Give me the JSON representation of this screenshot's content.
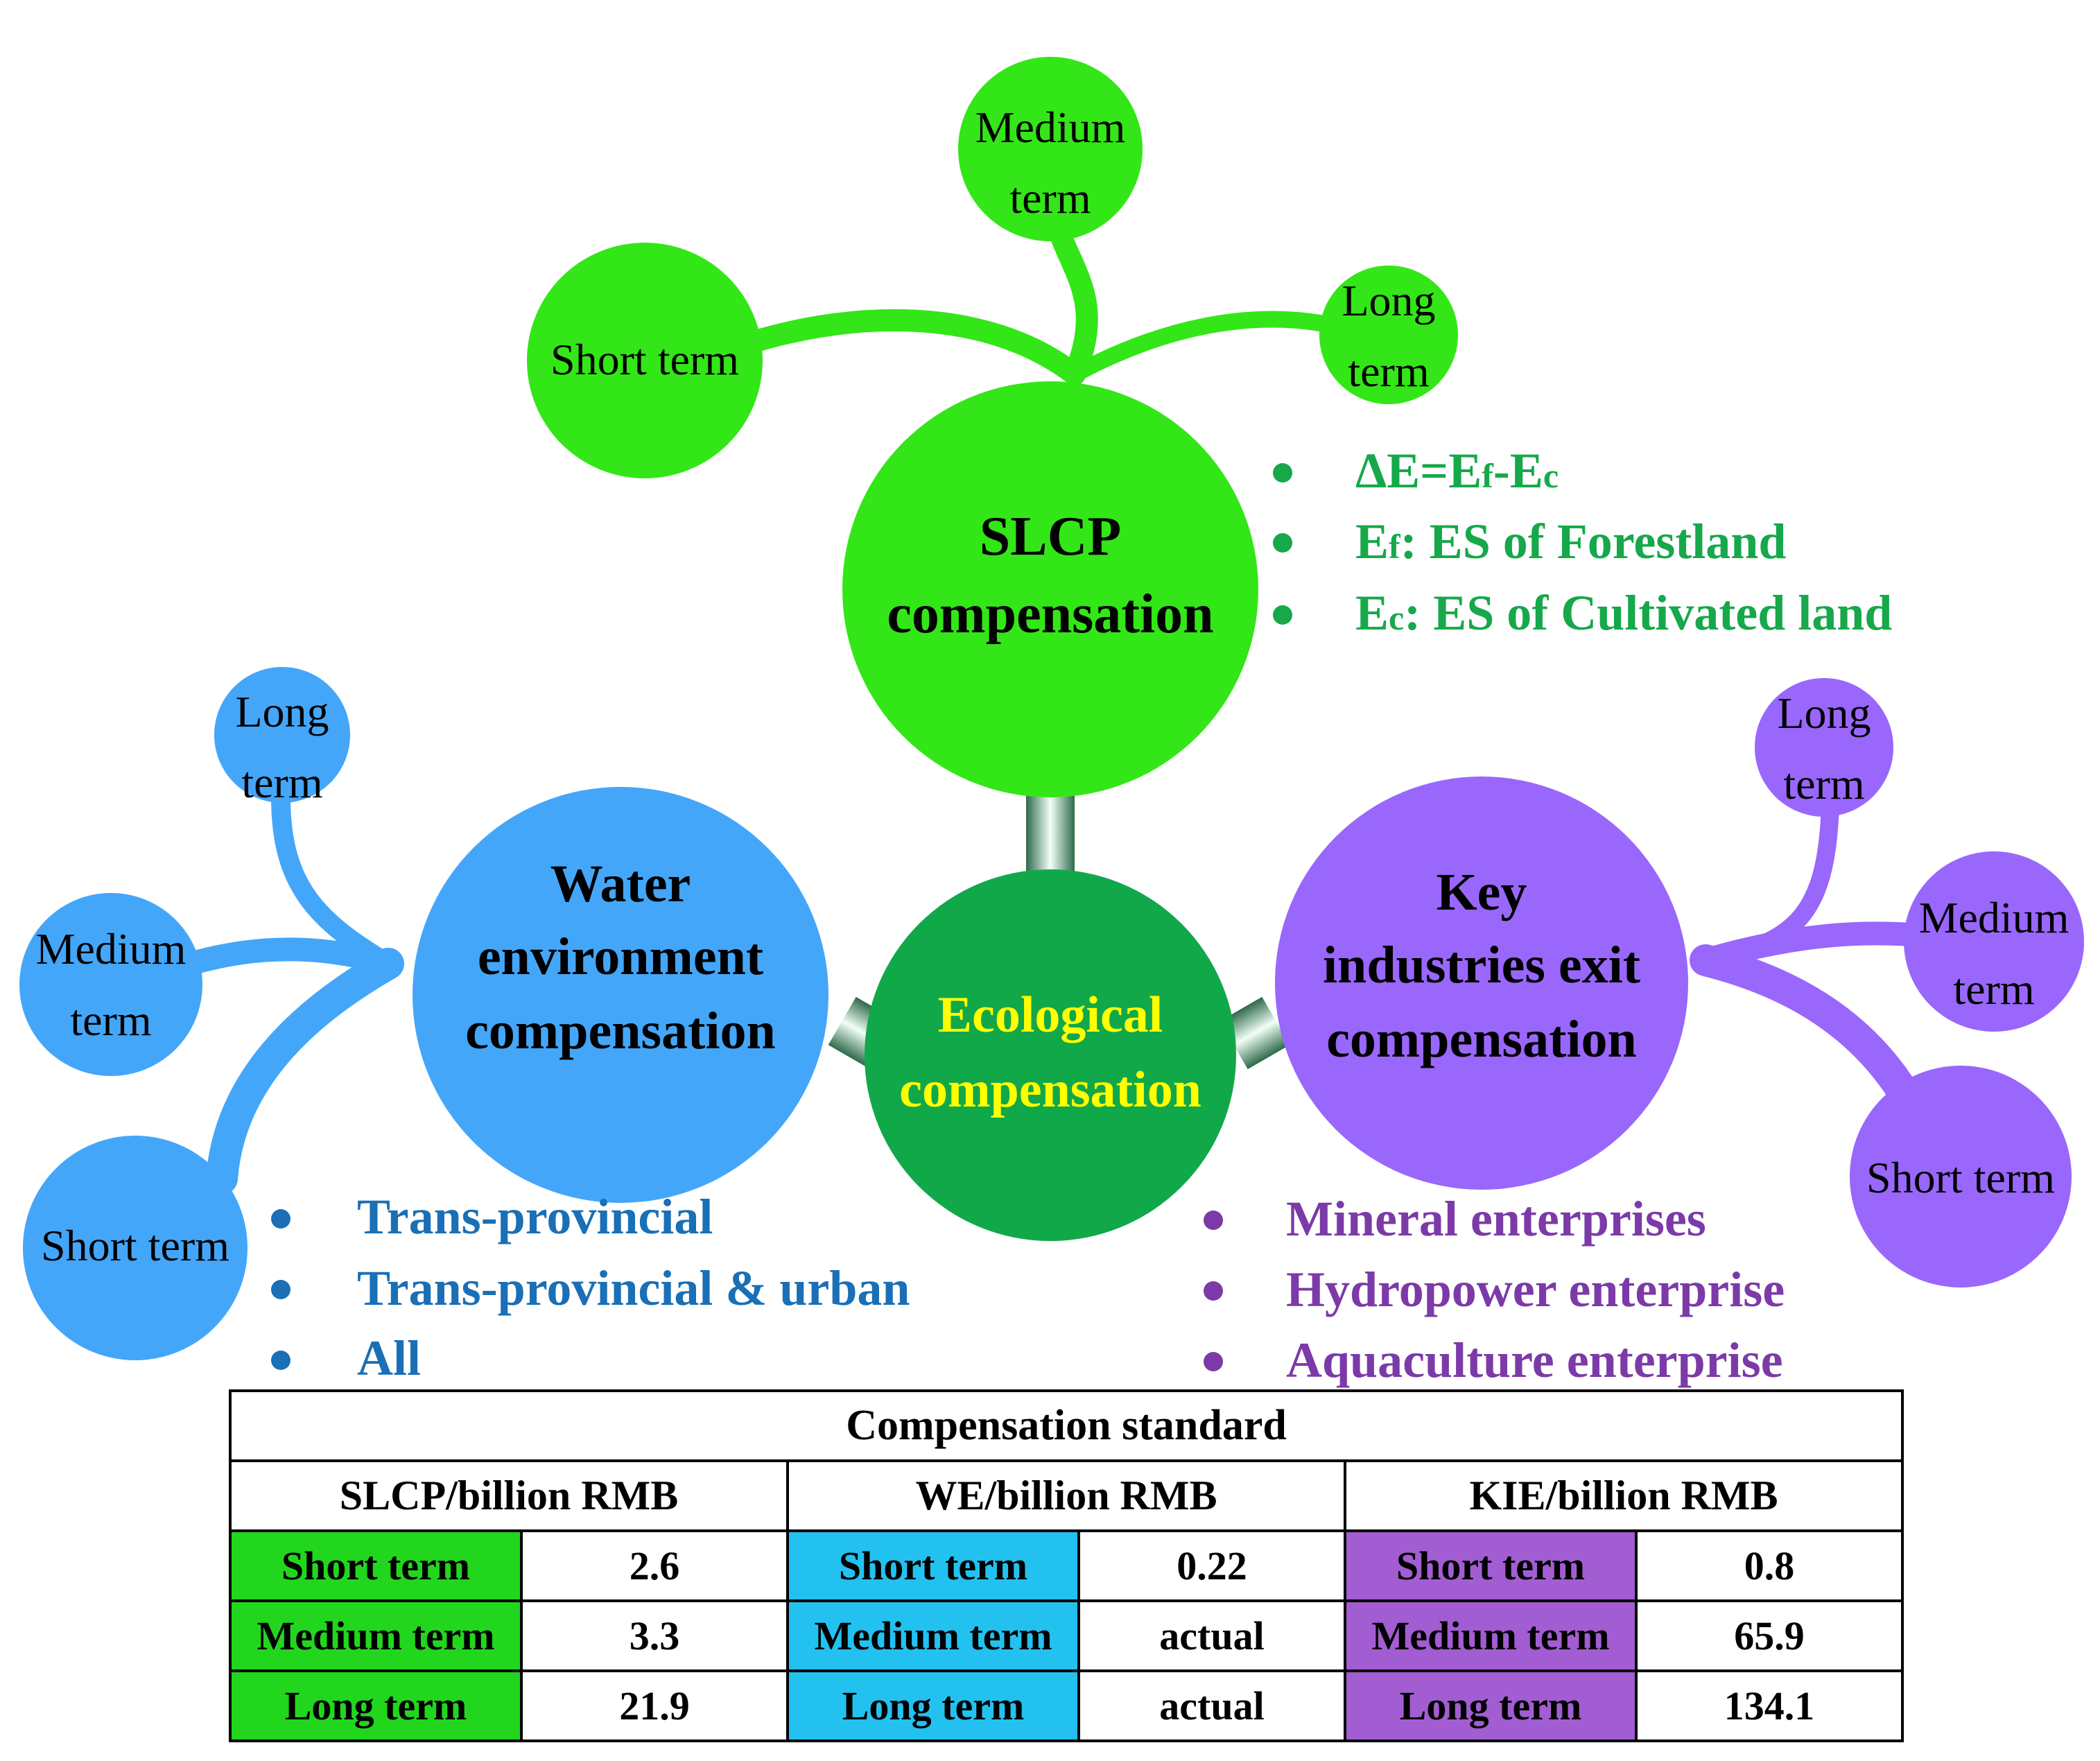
{
  "center": {
    "line1": "Ecological",
    "line2": "compensation"
  },
  "slcp": {
    "title_line1": "SLCP",
    "title_line2": "compensation",
    "branches": {
      "short": "Short term",
      "medium_1": "Medium",
      "medium_2": "term",
      "long_1": "Long",
      "long_2": "term"
    },
    "bullets": [
      {
        "main": "ΔE=E",
        "sub1": "f",
        "mid": "-E",
        "sub2": "c",
        "rest": ""
      },
      {
        "main": "E",
        "sub1": "f",
        "mid": ": ES of Forestland",
        "sub2": "",
        "rest": ""
      },
      {
        "main": "E",
        "sub1": "c",
        "mid": ": ES of Cultivated land",
        "sub2": "",
        "rest": ""
      }
    ]
  },
  "water": {
    "title_line1": "Water",
    "title_line2": "environment",
    "title_line3": "compensation",
    "branches": {
      "short": "Short term",
      "medium_1": "Medium",
      "medium_2": "term",
      "long_1": "Long",
      "long_2": "term"
    },
    "bullets": [
      "Trans-provincial",
      "Trans-provincial & urban",
      "All"
    ]
  },
  "kie": {
    "title_line1": "Key",
    "title_line2": "industries exit",
    "title_line3": "compensation",
    "branches": {
      "short": "Short term",
      "medium_1": "Medium",
      "medium_2": "term",
      "long_1": "Long",
      "long_2": "term"
    },
    "bullets": [
      "Mineral enterprises",
      "Hydropower enterprise",
      "Aquaculture enterprise"
    ]
  },
  "colors": {
    "slcp": "#33e617",
    "slcp_text": "#16a84a",
    "water": "#44a6f9",
    "water_text": "#1a6fb6",
    "kie": "#9967fb",
    "kie_text": "#7c3aa8",
    "center": "#11a84a",
    "center_text": "#ffff00"
  },
  "table": {
    "title": "Compensation standard",
    "headers": [
      "SLCP/billion RMB",
      "WE/billion RMB",
      "KIE/billion RMB"
    ],
    "rows": [
      {
        "slcp_label": "Short term",
        "slcp_value": "2.6",
        "we_label": "Short term",
        "we_value": "0.22",
        "kie_label": "Short term",
        "kie_value": "0.8"
      },
      {
        "slcp_label": "Medium term",
        "slcp_value": "3.3",
        "we_label": "Medium term",
        "we_value": "actual",
        "kie_label": "Medium term",
        "kie_value": "65.9"
      },
      {
        "slcp_label": "Long term",
        "slcp_value": "21.9",
        "we_label": "Long term",
        "we_value": "actual",
        "kie_label": "Long term",
        "kie_value": "134.1"
      }
    ]
  }
}
